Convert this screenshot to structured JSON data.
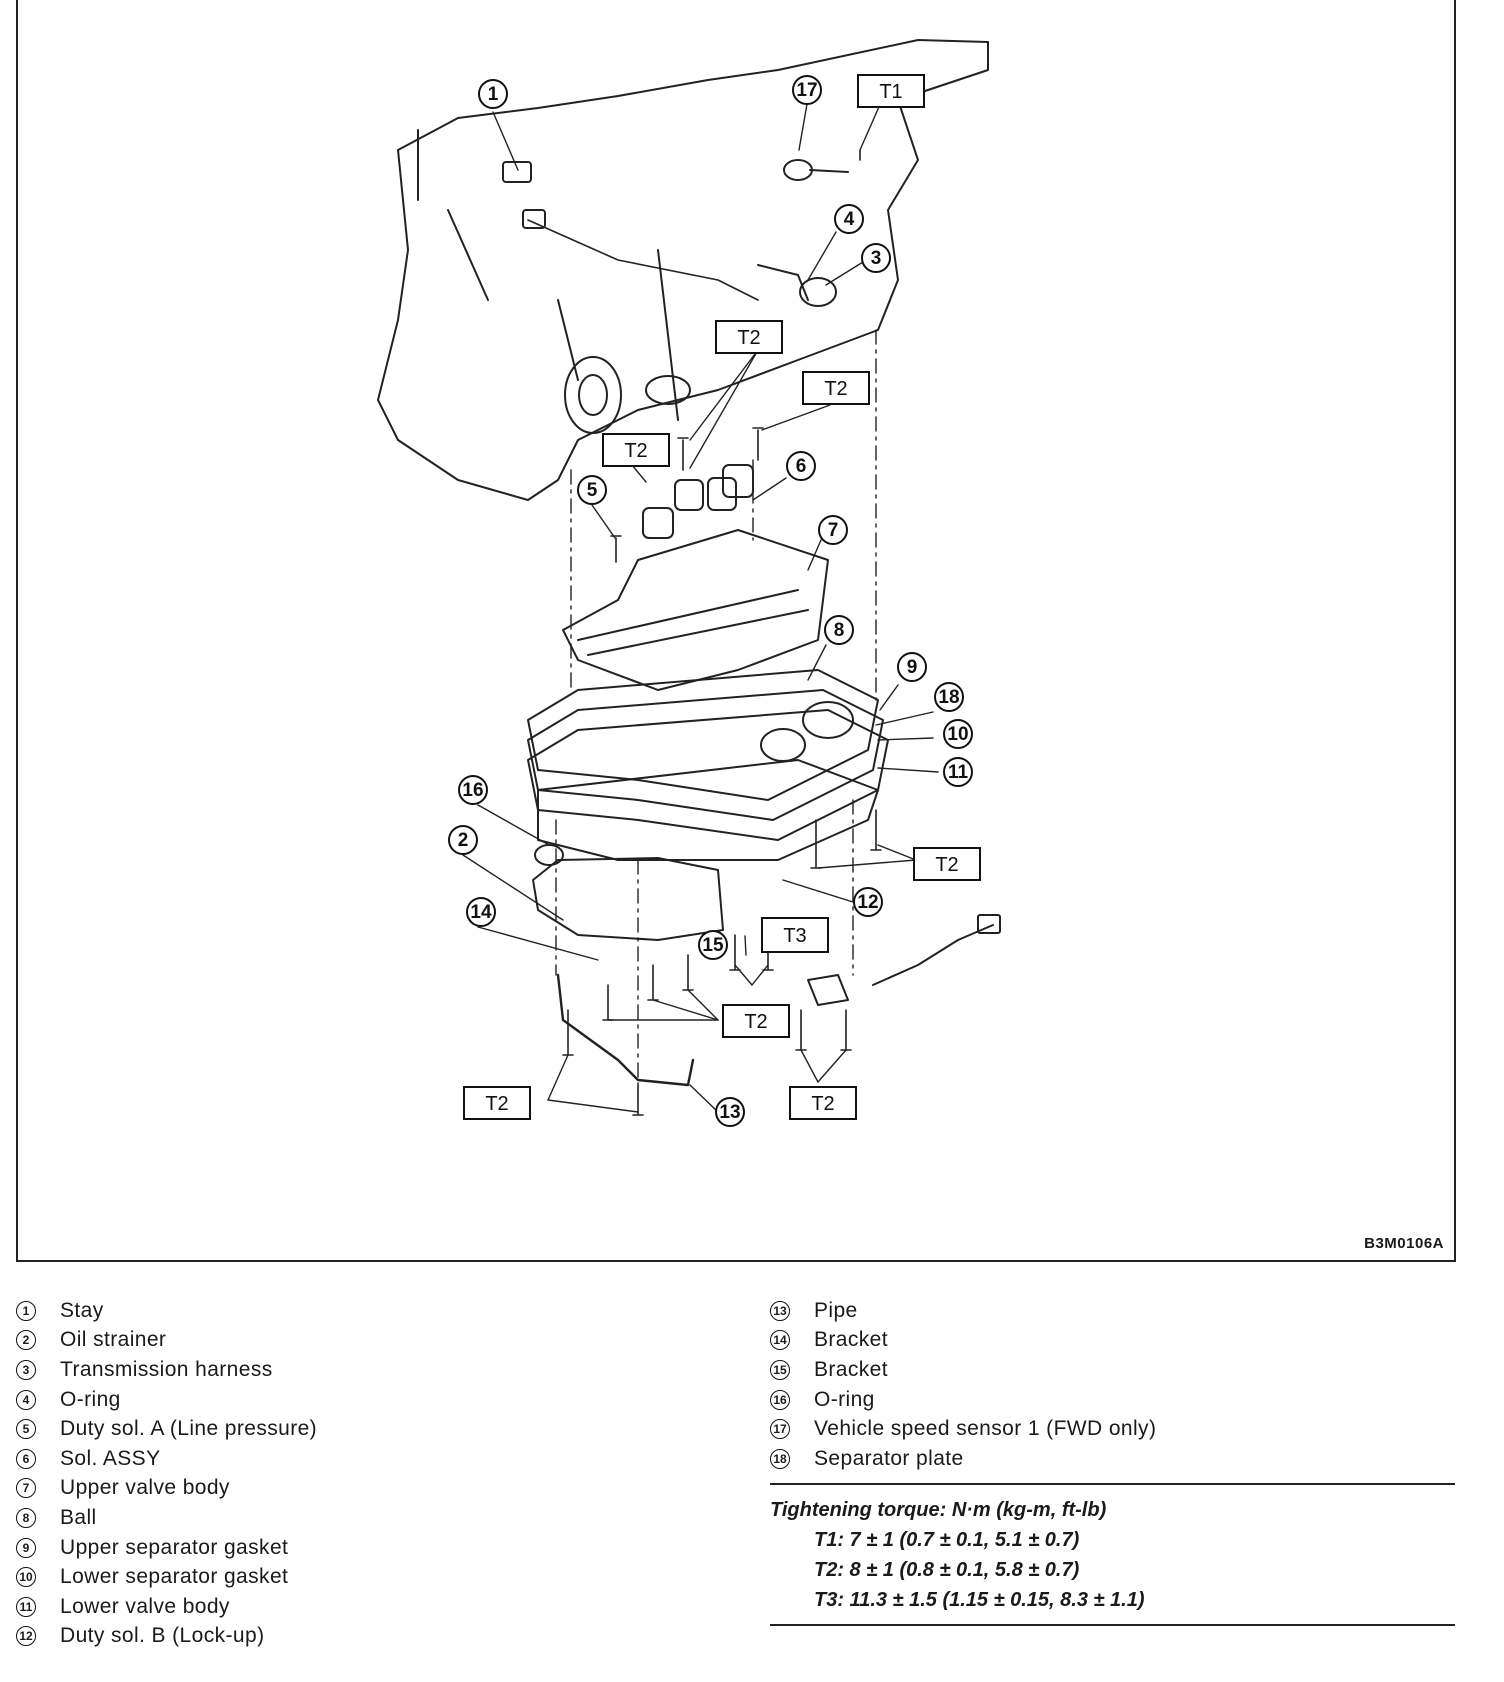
{
  "figure": {
    "code": "B3M0106A",
    "callouts": [
      {
        "num": "1",
        "label_id": "stay"
      },
      {
        "num": "2",
        "label_id": "oil-strainer"
      },
      {
        "num": "3",
        "label_id": "transmission-harness"
      },
      {
        "num": "4",
        "label_id": "o-ring"
      },
      {
        "num": "5",
        "label_id": "duty-sol-a"
      },
      {
        "num": "6",
        "label_id": "sol-assy"
      },
      {
        "num": "7",
        "label_id": "upper-valve-body"
      },
      {
        "num": "8",
        "label_id": "ball"
      },
      {
        "num": "9",
        "label_id": "upper-separator-gasket"
      },
      {
        "num": "10",
        "label_id": "lower-separator-gasket"
      },
      {
        "num": "11",
        "label_id": "lower-valve-body"
      },
      {
        "num": "12",
        "label_id": "duty-sol-b"
      },
      {
        "num": "13",
        "label_id": "pipe"
      },
      {
        "num": "14",
        "label_id": "bracket"
      },
      {
        "num": "15",
        "label_id": "bracket"
      },
      {
        "num": "16",
        "label_id": "o-ring"
      },
      {
        "num": "17",
        "label_id": "vehicle-speed-sensor"
      },
      {
        "num": "18",
        "label_id": "separator-plate"
      }
    ],
    "torque_labels": [
      "T1",
      "T2",
      "T2",
      "T2",
      "T2",
      "T3",
      "T2",
      "T2",
      "T2"
    ]
  },
  "legend": {
    "left": [
      {
        "num": "1",
        "text": "Stay"
      },
      {
        "num": "2",
        "text": "Oil strainer"
      },
      {
        "num": "3",
        "text": "Transmission harness"
      },
      {
        "num": "4",
        "text": "O-ring"
      },
      {
        "num": "5",
        "text": "Duty sol. A (Line pressure)"
      },
      {
        "num": "6",
        "text": "Sol. ASSY"
      },
      {
        "num": "7",
        "text": "Upper valve body"
      },
      {
        "num": "8",
        "text": "Ball"
      },
      {
        "num": "9",
        "text": "Upper separator gasket"
      },
      {
        "num": "10",
        "text": "Lower separator gasket"
      },
      {
        "num": "11",
        "text": "Lower valve body"
      },
      {
        "num": "12",
        "text": "Duty sol. B (Lock-up)"
      }
    ],
    "right": [
      {
        "num": "13",
        "text": "Pipe"
      },
      {
        "num": "14",
        "text": "Bracket"
      },
      {
        "num": "15",
        "text": "Bracket"
      },
      {
        "num": "16",
        "text": "O-ring"
      },
      {
        "num": "17",
        "text": "Vehicle speed sensor 1 (FWD only)"
      },
      {
        "num": "18",
        "text": "Separator plate"
      }
    ]
  },
  "torque": {
    "title": "Tightening torque: N·m (kg-m, ft-lb)",
    "t1": "T1: 7 ± 1 (0.7 ± 0.1, 5.1 ± 0.7)",
    "t2": "T2: 8 ± 1 (0.8 ± 0.1, 5.8 ± 0.7)",
    "t3": "T3: 11.3 ± 1.5 (1.15 ± 0.15, 8.3 ± 1.1)"
  },
  "colors": {
    "ink": "#1a1a1a",
    "paper": "#ffffff"
  }
}
